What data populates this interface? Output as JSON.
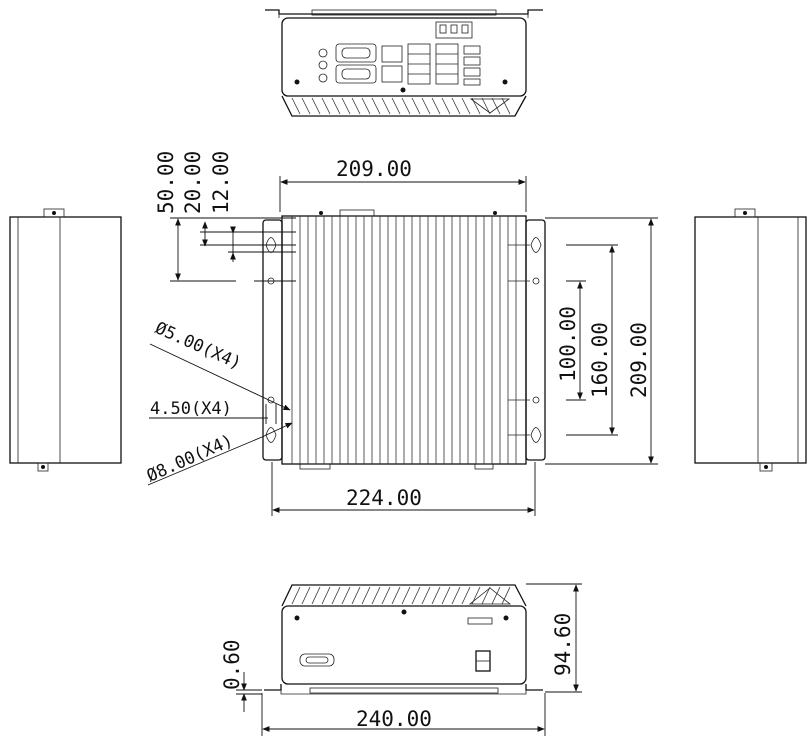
{
  "dimensions": {
    "top_width": "209.00",
    "bottom_width": "224.00",
    "base_width": "240.00",
    "height_209": "209.00",
    "height_160": "160.00",
    "height_100": "100.00",
    "left_50": "50.00",
    "left_20": "20.00",
    "left_12": "12.00",
    "front_height": "94.60",
    "flange": "0.60"
  },
  "callouts": {
    "hole_5": "Ø5.00(X4)",
    "slot_45": "4.50(X4)",
    "hole_8": "Ø8.00(X4)"
  },
  "colors": {
    "line": "#111111",
    "background": "#ffffff"
  }
}
